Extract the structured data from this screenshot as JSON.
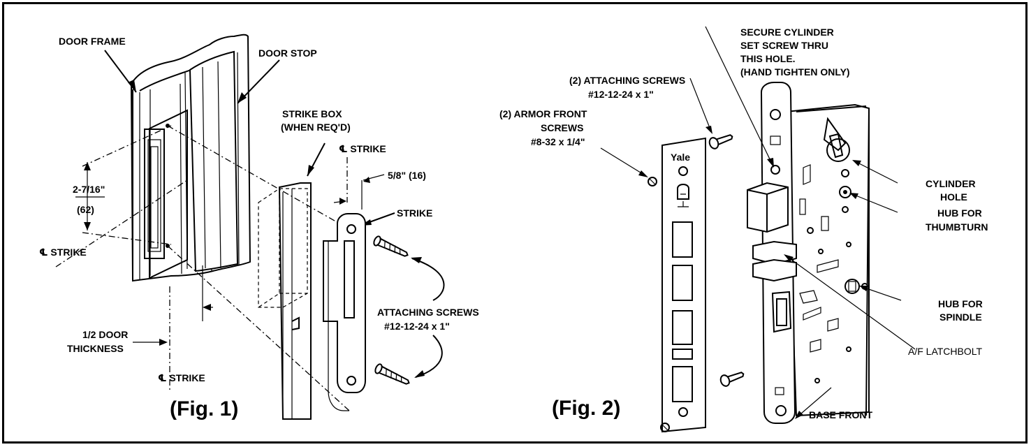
{
  "figure1": {
    "caption": "(Fig. 1)",
    "labels": {
      "door_frame": "DOOR FRAME",
      "door_stop": "DOOR STOP",
      "strike_box_1": "STRIKE BOX",
      "strike_box_2": "(WHEN REQ'D)",
      "cl_strike_top": "℄ STRIKE",
      "dim_top": "2-7/16\"",
      "dim_bottom": "(62)",
      "offset": "5/8\" (16)",
      "strike": "STRIKE",
      "cl_strike_left": "℄ STRIKE",
      "attaching_screws": "ATTACHING SCREWS",
      "attaching_screws_spec": "#12-12-24 x 1\"",
      "half_door_1": "1/2 DOOR",
      "half_door_2": "THICKNESS",
      "cl_strike_bottom": "℄  STRIKE"
    }
  },
  "figure2": {
    "caption": "(Fig. 2)",
    "brand": "Yale",
    "labels": {
      "secure_1": "SECURE CYLINDER",
      "secure_2": "SET SCREW THRU",
      "secure_3": "THIS HOLE.",
      "secure_4": "(HAND TIGHTEN ONLY)",
      "attach_1": "(2) ATTACHING SCREWS",
      "attach_2": "#12-12-24 x 1\"",
      "armor_1": "(2) ARMOR FRONT",
      "armor_2": "SCREWS",
      "armor_3": "#8-32 x 1/4\"",
      "cylinder_1": "CYLINDER",
      "cylinder_2": "HOLE",
      "thumb_1": "HUB FOR",
      "thumb_2": "THUMBTURN",
      "spindle_1": "HUB FOR",
      "spindle_2": "SPINDLE",
      "latchbolt": "A/F LATCHBOLT",
      "base_front": "BASE FRONT"
    }
  }
}
